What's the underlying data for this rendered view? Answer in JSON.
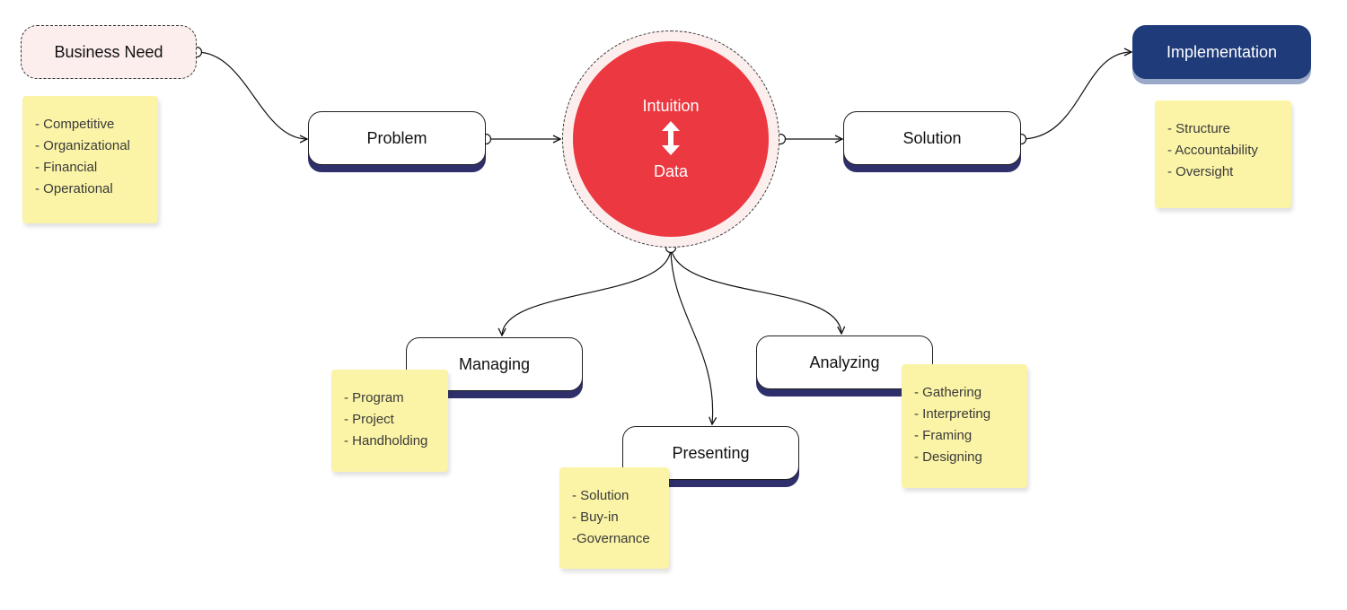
{
  "colors": {
    "hub": "#ec3840",
    "hub_ring": "#fdeeee",
    "node_shadow": "#2e2f6b",
    "primary_node": "#1f3b7a",
    "sticky_note": "#fbf4a6",
    "dashed_node": "#fdeeee"
  },
  "hub": {
    "top_label": "Intuition",
    "bottom_label": "Data",
    "icon": "double-arrow-vertical-icon"
  },
  "nodes": {
    "business_need": "Business Need",
    "problem": "Problem",
    "solution": "Solution",
    "implementation": "Implementation",
    "managing": "Managing",
    "presenting": "Presenting",
    "analyzing": "Analyzing"
  },
  "notes": {
    "business_need": [
      "- Competitive",
      "- Organizational",
      "- Financial",
      "- Operational"
    ],
    "implementation": [
      "- Structure",
      "- Accountability",
      "- Oversight"
    ],
    "managing": [
      "- Program",
      "- Project",
      "- Handholding"
    ],
    "presenting": [
      "- Solution",
      "- Buy-in",
      "-Governance"
    ],
    "analyzing": [
      "- Gathering",
      "- Interpreting",
      "- Framing",
      "- Designing"
    ]
  }
}
